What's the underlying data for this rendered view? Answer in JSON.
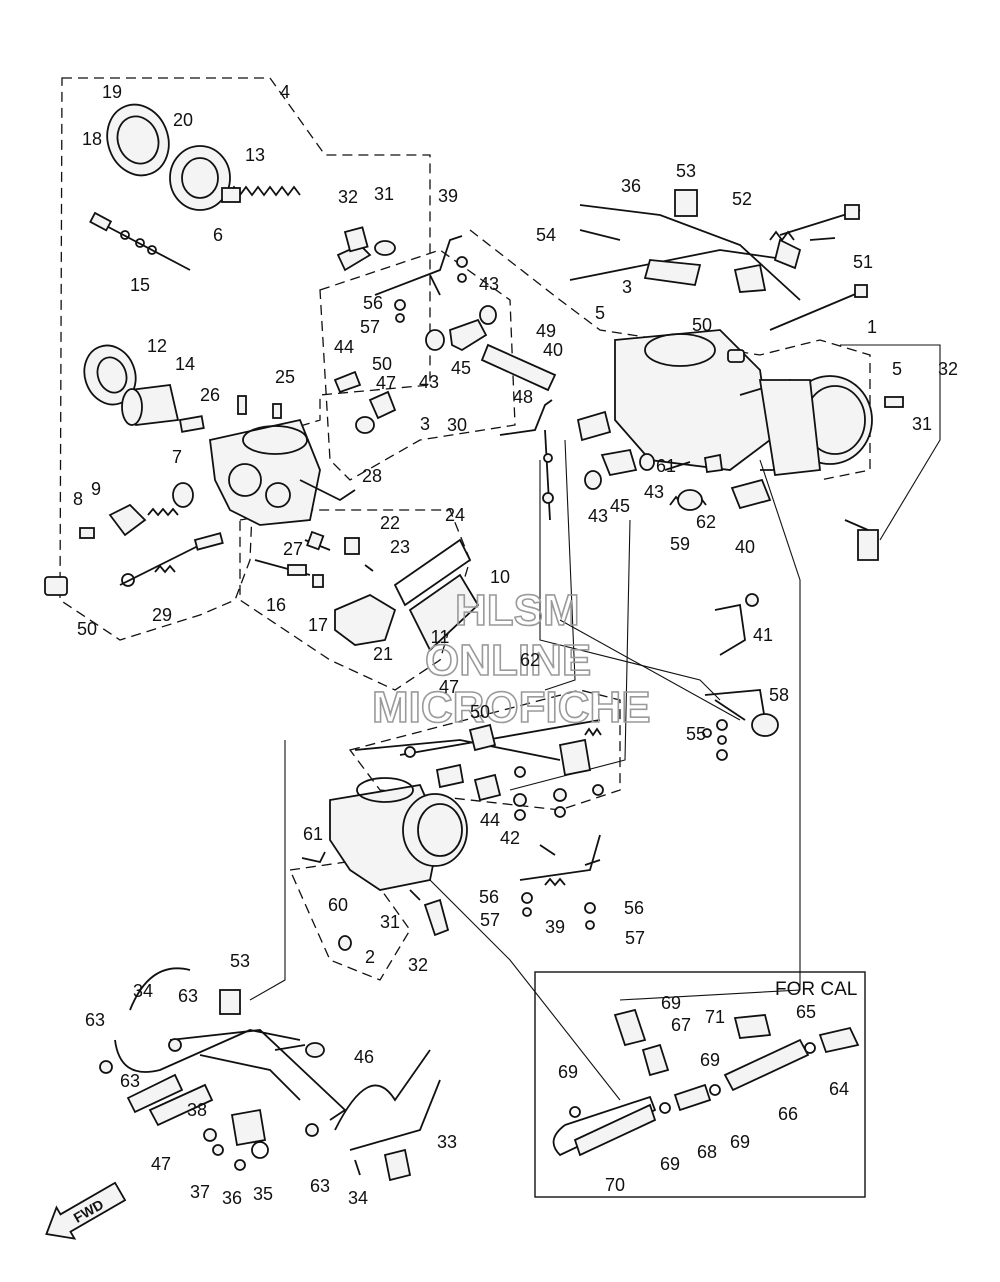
{
  "diagram": {
    "callouts": [
      "1",
      "2",
      "3",
      "3",
      "4",
      "5",
      "5",
      "6",
      "7",
      "8",
      "9",
      "10",
      "11",
      "12",
      "13",
      "14",
      "15",
      "16",
      "17",
      "18",
      "19",
      "20",
      "21",
      "22",
      "23",
      "24",
      "25",
      "26",
      "27",
      "28",
      "29",
      "30",
      "31",
      "31",
      "31",
      "32",
      "32",
      "32",
      "33",
      "34",
      "34",
      "35",
      "36",
      "36",
      "37",
      "38",
      "39",
      "39",
      "40",
      "40",
      "41",
      "42",
      "43",
      "43",
      "43",
      "43",
      "44",
      "44",
      "45",
      "45",
      "46",
      "47",
      "47",
      "47",
      "48",
      "49",
      "50",
      "50",
      "50",
      "50",
      "51",
      "52",
      "53",
      "53",
      "54",
      "55",
      "56",
      "56",
      "56",
      "57",
      "57",
      "57",
      "58",
      "59",
      "60",
      "61",
      "61",
      "62",
      "62",
      "63",
      "63",
      "63",
      "63",
      "64",
      "65",
      "66",
      "67",
      "68",
      "69",
      "69",
      "69",
      "69",
      "69",
      "70",
      "71"
    ],
    "box_header": "FOR CAL",
    "watermark": [
      "HLSM",
      "ONLINE",
      "MICROFICHE"
    ],
    "fwd_label": "FWD"
  }
}
